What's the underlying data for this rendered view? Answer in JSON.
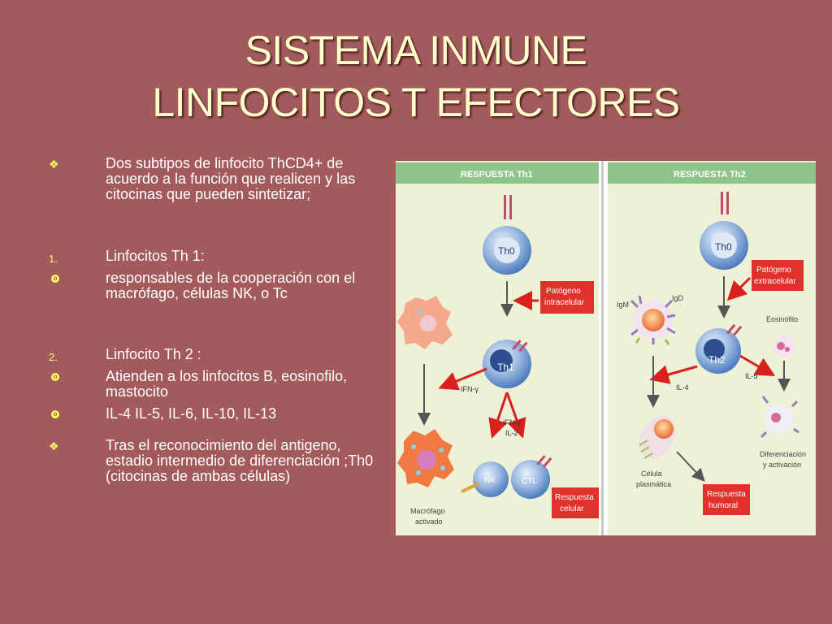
{
  "slide": {
    "title_line1": "SISTEMA INMUNE",
    "title_line2": "LINFOCITOS T EFECTORES"
  },
  "bullets": [
    {
      "marker": "diamond",
      "text": "Dos subtipos de linfocito ThCD4+ de acuerdo a la función que realicen y las citocinas que pueden sintetizar;"
    },
    {
      "marker": "num",
      "num": "1.",
      "text": "Linfocitos Th 1:"
    },
    {
      "marker": "circle",
      "text": " responsables de la cooperación con el macrófago, células NK, o Tc"
    },
    {
      "marker": "num",
      "num": "2.",
      "text": "Linfocito Th 2 :"
    },
    {
      "marker": "circle",
      "text": "Atienden a los linfocitos B, eosinofilo, mastocito"
    },
    {
      "marker": "circle",
      "text": "IL-4 IL-5, IL-6, IL-10, IL-13"
    },
    {
      "marker": "diamond",
      "text": "Tras el reconocimiento del antigeno, estadio intermedio de diferenciación ;Th0 (citocinas de ambas células)"
    }
  ],
  "figure": {
    "th1": {
      "header": "RESPUESTA Th1",
      "th0": "Th0",
      "pathogen_line1": "Patógeno",
      "pathogen_line2": "intracelular",
      "th1": "Th1",
      "ifn": "IFN-γ",
      "ifn_il2_line1": "IFN-γ",
      "ifn_il2_line2": "IL-2",
      "nk": "NK",
      "ctl": "CTL",
      "macro_line1": "Macrófago",
      "macro_line2": "activado",
      "resp_line1": "Respuesta",
      "resp_line2": "celular"
    },
    "th2": {
      "header": "RESPUESTA Th2",
      "th0": "Th0",
      "pathogen_line1": "Patógeno",
      "pathogen_line2": "extracelular",
      "igm": "IgM",
      "igd": "IgD",
      "eos": "Eosinófilo",
      "th2": "Th2",
      "il4": "IL-4",
      "il5": "IL-5",
      "plasma_line1": "Célula",
      "plasma_line2": "plasmática",
      "diff_line1": "Diferenciación",
      "diff_line2": "y activación",
      "resp_line1": "Respuesta",
      "resp_line2": "humoral"
    },
    "colors": {
      "header_green": "#8fc48a",
      "red_box": "#e0322a",
      "blue_cell": "#5a86c4",
      "arrow_red": "#d8201f",
      "arrow_dark": "#555555"
    }
  }
}
